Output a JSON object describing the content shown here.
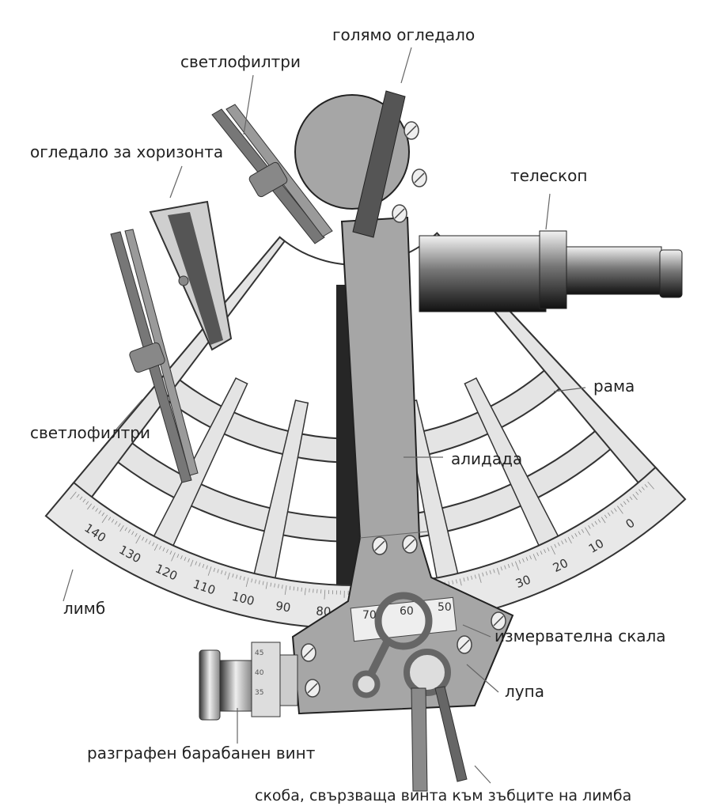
{
  "labels": {
    "large_mirror": "голямо огледало",
    "filters_top": "светлофилтри",
    "horizon_mirror": "огледало за хоризонта",
    "telescope": "телескоп",
    "frame": "рама",
    "alidade": "алидада",
    "filters_left": "светлофилтри",
    "limb": "лимб",
    "measuring_scale": "измервателна скала",
    "magnifier": "лупа",
    "drum_screw": "разграфен барабанен винт",
    "clamp": "скоба, свързваща винта към зъбците на лимба"
  },
  "limb_scale": [
    "140",
    "130",
    "120",
    "110",
    "100",
    "90",
    "80",
    "30",
    "20",
    "10",
    "0"
  ],
  "vernier_scale": [
    "70",
    "60",
    "50"
  ],
  "drum_scale": [
    "45",
    "40",
    "35"
  ],
  "colors": {
    "metal": "#a6a6a6",
    "frame": "#e4e4e4",
    "dark": "#262626",
    "line": "#333333"
  }
}
